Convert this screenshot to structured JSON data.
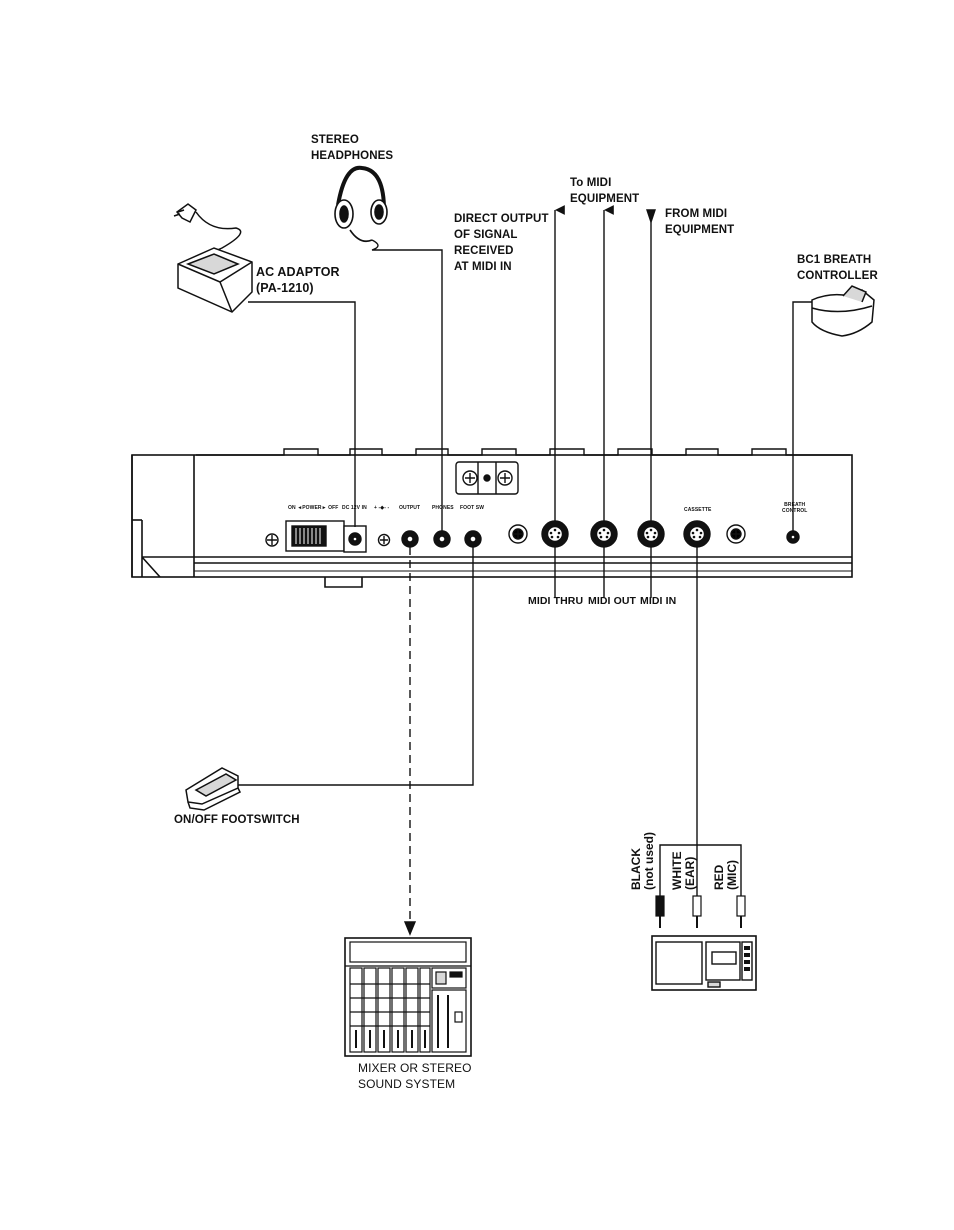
{
  "labels": {
    "stereo_headphones": "STEREO\nHEADPHONES",
    "ac_adaptor": "AC ADAPTOR\n(PA-1210)",
    "direct_output": "DIRECT OUTPUT\nOF SIGNAL\nRECEIVED\nAT MIDI IN",
    "to_midi": "To MIDI\nEQUIPMENT",
    "from_midi": "FROM MIDI\nEQUIPMENT",
    "bc1": "BC1 BREATH\nCONTROLLER",
    "midi_thru": "MIDI THRU",
    "midi_out": "MIDI OUT",
    "midi_in": "MIDI IN",
    "footswitch": "ON/OFF FOOTSWITCH",
    "mixer": "MIXER OR STEREO\nSOUND SYSTEM",
    "black": "BLACK\n(not used)",
    "white": "WHITE\n(EAR)",
    "red": "RED\n(MIC)"
  },
  "panel_labels": {
    "power": "ON ◄POWER► OFF",
    "dc_in": "DC 12V IN",
    "polarity": "+ -◆- -",
    "output": "OUTPUT",
    "phones": "PHONES",
    "foot_sw": "FOOT SW",
    "cassette": "CASSETTE",
    "breath_control": "BREATH\nCONTROL"
  },
  "colors": {
    "ink": "#111111",
    "paper": "#ffffff",
    "shade": "#d8d8d8"
  }
}
